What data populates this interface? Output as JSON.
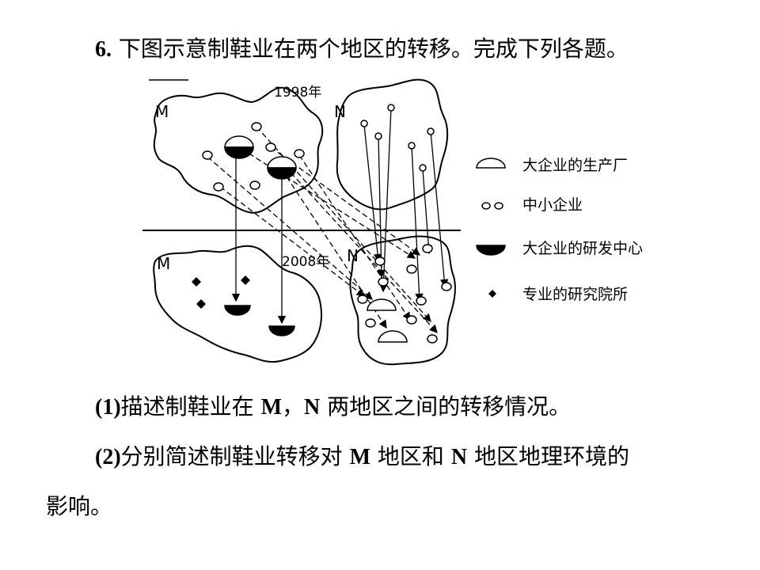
{
  "question": {
    "number": "6",
    "number_sep": ".",
    "stem": "下图示意制鞋业在两个地区的转移。完成下列各题。"
  },
  "figure": {
    "year_top": "1998年",
    "year_bottom": "2008年",
    "region_m": "M",
    "region_n": "N",
    "legend": [
      {
        "icon": "half-disc-outline-icon",
        "label": "大企业的生产厂"
      },
      {
        "icon": "small-circles-icon",
        "label": "中小企业"
      },
      {
        "icon": "half-disc-filled-icon",
        "label": "大企业的研发中心"
      },
      {
        "icon": "diamond-icon",
        "label": "专业的研究院所"
      }
    ]
  },
  "sub_questions": [
    {
      "number": "(1)",
      "parts": [
        "描述制鞋业在 ",
        "M",
        "，",
        "N",
        " 两地区之间的转移情况。"
      ]
    },
    {
      "number": "(2)",
      "parts": [
        "分别简述制鞋业转移对 ",
        "M",
        " 地区和 ",
        "N",
        " 地区地理环境的"
      ],
      "continuation": "影响。"
    }
  ]
}
